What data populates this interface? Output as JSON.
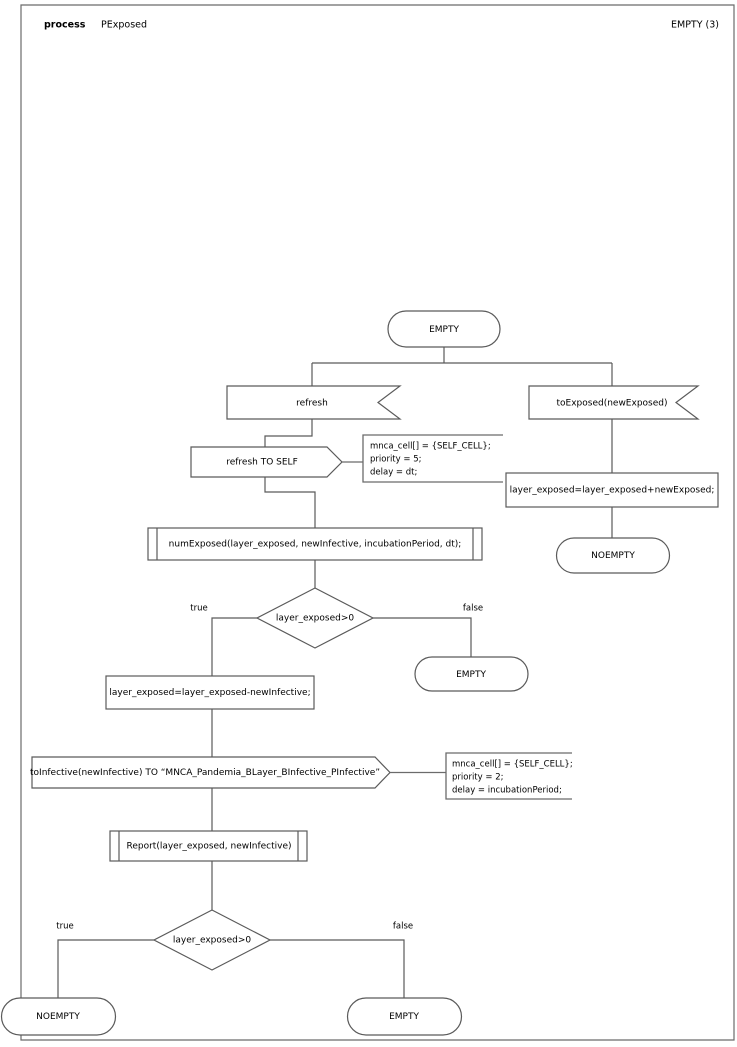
{
  "header": {
    "keyword": "process",
    "process_name": "PExposed",
    "page_label": "EMPTY (3)"
  },
  "diagram": {
    "type": "sdl-process-flowchart",
    "nodes": {
      "start_state": {
        "kind": "state",
        "label": "EMPTY"
      },
      "input_refresh": {
        "kind": "input-signal",
        "label": "refresh"
      },
      "input_to_exposed": {
        "kind": "input-signal",
        "label": "toExposed(newExposed)"
      },
      "output_refresh_self": {
        "kind": "output-signal",
        "label": "refresh TO SELF"
      },
      "comment_refresh": {
        "kind": "comment",
        "lines": [
          "mnca_cell[] = {SELF_CELL};",
          "priority = 5;",
          "delay = dt;"
        ]
      },
      "call_num_exposed": {
        "kind": "procedure-call",
        "label": "numExposed(layer_exposed, newInfective, incubationPeriod, dt);"
      },
      "decision_1": {
        "kind": "decision",
        "label": "layer_exposed>0",
        "true_label": "true",
        "false_label": "false"
      },
      "state_empty_mid": {
        "kind": "state",
        "label": "EMPTY"
      },
      "task_subtract": {
        "kind": "task",
        "label": "layer_exposed=layer_exposed-newInfective;"
      },
      "output_to_infective": {
        "kind": "output-signal",
        "label": "toInfective(newInfective) TO “MNCA_Pandemia_BLayer_BInfective_PInfective”"
      },
      "comment_infective": {
        "kind": "comment",
        "lines": [
          "mnca_cell[] = {SELF_CELL};",
          "priority = 2;",
          "delay = incubationPeriod;"
        ]
      },
      "call_report": {
        "kind": "procedure-call",
        "label": "Report(layer_exposed, newInfective)"
      },
      "decision_2": {
        "kind": "decision",
        "label": "layer_exposed>0",
        "true_label": "true",
        "false_label": "false"
      },
      "state_noempty_bottom": {
        "kind": "state",
        "label": "NOEMPTY"
      },
      "state_empty_bottom": {
        "kind": "state",
        "label": "EMPTY"
      },
      "task_add_exposed": {
        "kind": "task",
        "label": "layer_exposed=layer_exposed+newExposed;"
      },
      "state_noempty_right": {
        "kind": "state",
        "label": "NOEMPTY"
      }
    },
    "colors": {
      "background": "#ffffff",
      "stroke": "#5a5a5a",
      "frame": "#6b6b6b",
      "text": "#000000"
    }
  }
}
